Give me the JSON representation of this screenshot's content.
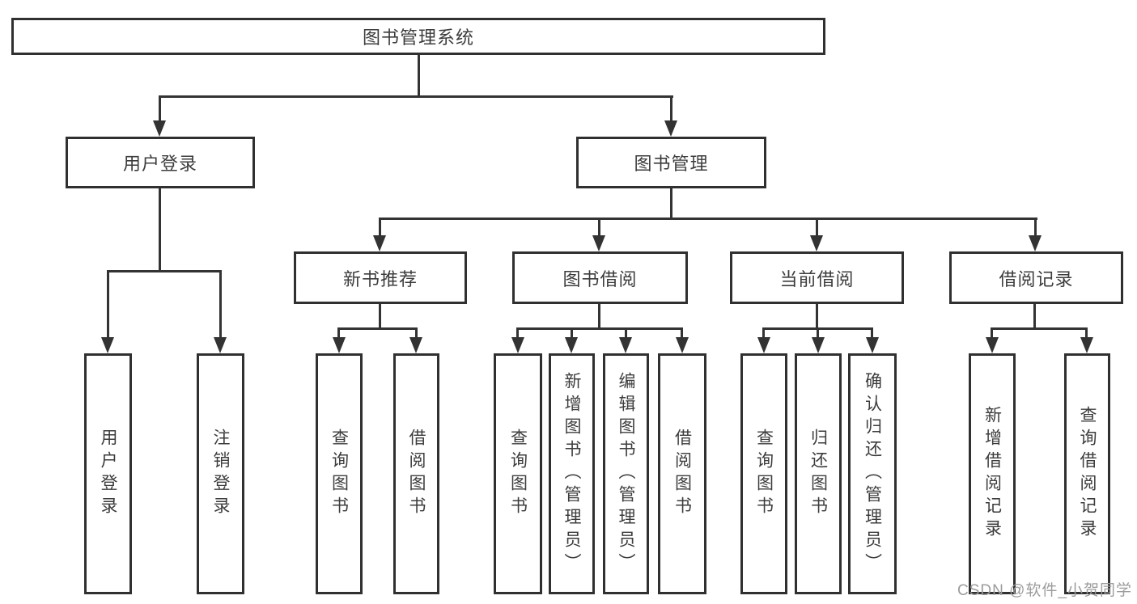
{
  "diagram_title": "图书管理系统",
  "tree": {
    "root": {
      "label": "图书管理系统"
    },
    "branches": [
      {
        "label": "用户登录",
        "children": [
          {
            "label": "用户登录"
          },
          {
            "label": "注销登录"
          }
        ]
      },
      {
        "label": "图书管理",
        "children": [
          {
            "label": "新书推荐",
            "children": [
              {
                "label": "查询图书"
              },
              {
                "label": "借阅图书"
              }
            ]
          },
          {
            "label": "图书借阅",
            "children": [
              {
                "label": "查询图书"
              },
              {
                "label": "新增图书（管理员）"
              },
              {
                "label": "编辑图书（管理员）"
              },
              {
                "label": "借阅图书"
              }
            ]
          },
          {
            "label": "当前借阅",
            "children": [
              {
                "label": "查询图书"
              },
              {
                "label": "归还图书"
              },
              {
                "label": "确认归还（管理员）"
              }
            ]
          },
          {
            "label": "借阅记录",
            "children": [
              {
                "label": "新增借阅记录"
              },
              {
                "label": "查询借阅记录"
              }
            ]
          }
        ]
      }
    ]
  },
  "watermark": {
    "text": "CSDN @软件_小贺同学"
  },
  "colors": {
    "line": "#333333",
    "box_border": "#303030",
    "text": "#3c3c3c",
    "background": "#ffffff",
    "watermark": "#9c9c9c"
  }
}
